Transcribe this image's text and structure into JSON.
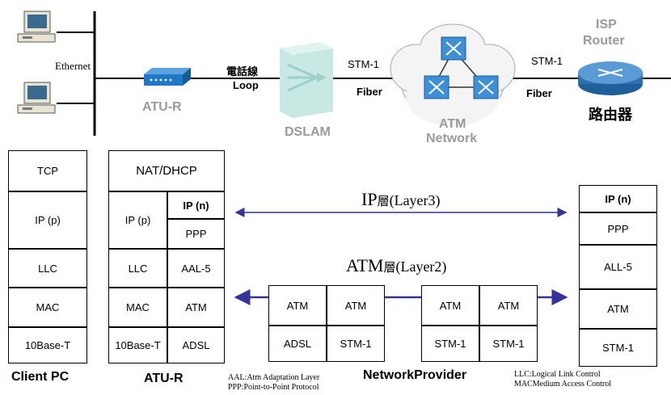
{
  "top": {
    "ethernet_label": "Ethernet",
    "atur_top_label": "ATU-R",
    "phone_line_label": "電話線",
    "loop_label": "Loop",
    "dslam_label": "DSLAM",
    "stm1_left_label": "STM-1",
    "fiber_left_label": "Fiber",
    "atm_network_label_1": "ATM",
    "atm_network_label_2": "Network",
    "stm1_right_label": "STM-1",
    "fiber_right_label": "Fiber",
    "isp_label": "ISP",
    "router_label": "Router",
    "router_cn_label": "路由器"
  },
  "client_pc": {
    "title": "Client PC",
    "layers": [
      "TCP",
      "IP (p)",
      "LLC",
      "MAC",
      "10Base-T"
    ]
  },
  "atu_r": {
    "title": "ATU-R",
    "top_layer": "NAT/DHCP",
    "left_layers": [
      "IP (p)",
      "LLC",
      "MAC",
      "10Base-T"
    ],
    "right_layers": [
      "IP (n)",
      "PPP",
      "AAL-5",
      "ATM",
      "ADSL"
    ]
  },
  "ip_layer_label": {
    "main": "IP",
    "cn": "層",
    "paren": "(Layer3)"
  },
  "atm_layer_label": {
    "main": "ATM",
    "cn": "層",
    "paren": "(Layer2)"
  },
  "dslam_stack": {
    "row1": [
      "ATM",
      "ATM"
    ],
    "row2": [
      "ADSL",
      "STM-1"
    ]
  },
  "network_provider": {
    "title": "NetworkProvider",
    "row1": [
      "ATM",
      "ATM"
    ],
    "row2": [
      "STM-1",
      "STM-1"
    ]
  },
  "isp_stack": {
    "layers": [
      "IP (n)",
      "PPP",
      "ALL-5",
      "ATM",
      "STM-1"
    ]
  },
  "notes_left": [
    "AAL:Atm Adaptation Layer",
    "PPP:Point-to-Point Protocol"
  ],
  "notes_right": [
    "LLC:Logical Link Control",
    "MACMedium Access Control"
  ],
  "colors": {
    "arrow": "#33339a",
    "grey_text": "#9a9a9a",
    "dslam": "#bfe3e0",
    "router": "#2f6fb0"
  }
}
